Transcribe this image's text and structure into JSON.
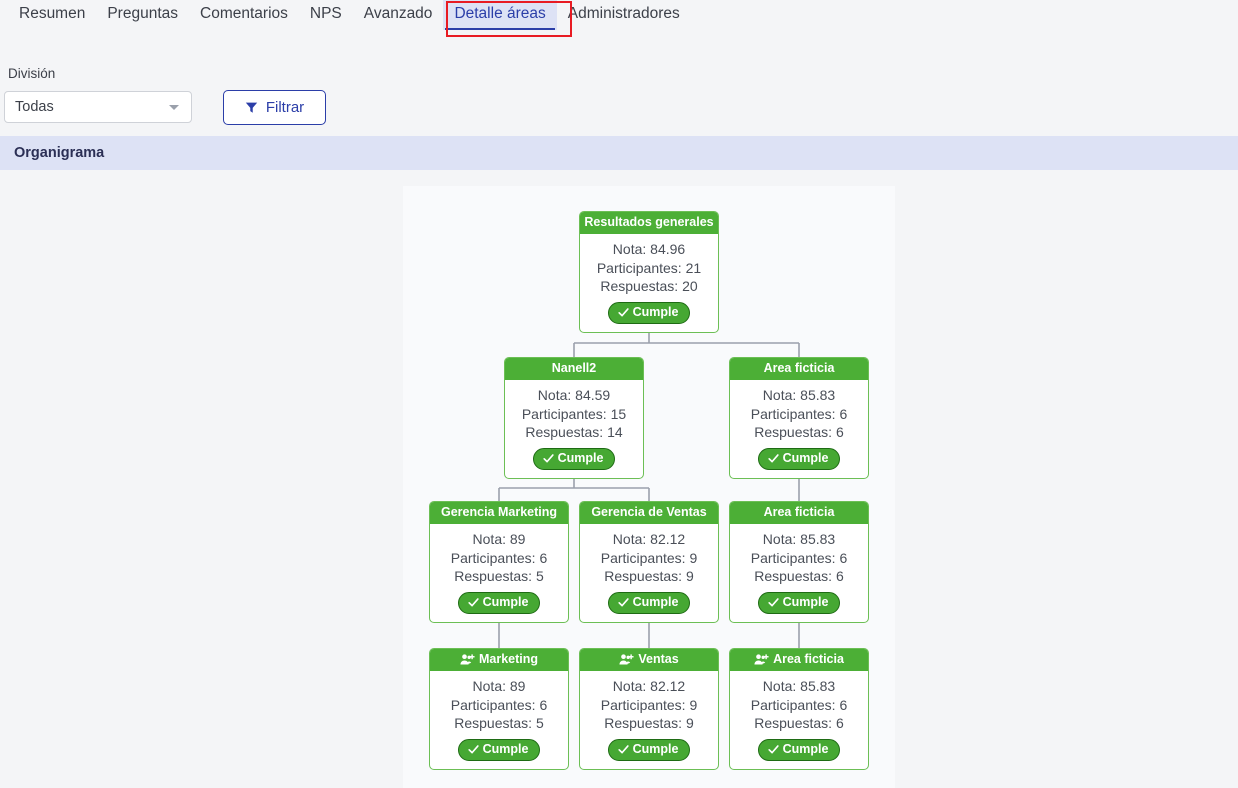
{
  "tabs": [
    {
      "label": "Resumen",
      "active": false
    },
    {
      "label": "Preguntas",
      "active": false
    },
    {
      "label": "Comentarios",
      "active": false
    },
    {
      "label": "NPS",
      "active": false
    },
    {
      "label": "Avanzado",
      "active": false
    },
    {
      "label": "Detalle áreas",
      "active": true
    },
    {
      "label": "Administradores",
      "active": false
    }
  ],
  "filters": {
    "division_label": "División",
    "division_value": "Todas",
    "filter_button_label": "Filtrar",
    "filter_icon": "funnel-icon",
    "caret_icon": "chevron-down-icon"
  },
  "section": {
    "title": "Organigrama"
  },
  "labels": {
    "nota": "Nota:",
    "participantes": "Participantes:",
    "respuestas": "Respuestas:",
    "badge": "Cumple",
    "check_icon": "check-icon",
    "people_icon": "people-add-icon"
  },
  "colors": {
    "accent_blue": "#2b3ea8",
    "tab_active_bg": "#dde2f5",
    "highlight_red": "#e81b23",
    "node_header_green": "#4caf36",
    "node_border_green": "#6cbf55",
    "badge_green": "#46a833",
    "badge_border_green": "#1e6b14",
    "connector_gray": "#9aa0ab",
    "page_bg": "#f4f5f7",
    "panel_bg": "#f9fafc"
  },
  "chart_data": {
    "type": "tree",
    "title": "Organigrama",
    "nodes": [
      {
        "id": "root",
        "title": "Resultados generales",
        "nota": "84.96",
        "participantes": "21",
        "respuestas": "20",
        "status": "Cumple",
        "level": 0,
        "has_people_icon": false
      },
      {
        "id": "nanell2",
        "title": "Nanell2",
        "nota": "84.59",
        "participantes": "15",
        "respuestas": "14",
        "status": "Cumple",
        "level": 1,
        "has_people_icon": false
      },
      {
        "id": "area-ficticia-l1",
        "title": "Area ficticia",
        "nota": "85.83",
        "participantes": "6",
        "respuestas": "6",
        "status": "Cumple",
        "level": 1,
        "has_people_icon": false
      },
      {
        "id": "gerencia-marketing",
        "title": "Gerencia Marketing",
        "nota": "89",
        "participantes": "6",
        "respuestas": "5",
        "status": "Cumple",
        "level": 2,
        "has_people_icon": false
      },
      {
        "id": "gerencia-de-ventas",
        "title": "Gerencia de Ventas",
        "nota": "82.12",
        "participantes": "9",
        "respuestas": "9",
        "status": "Cumple",
        "level": 2,
        "has_people_icon": false
      },
      {
        "id": "area-ficticia-l2",
        "title": "Area ficticia",
        "nota": "85.83",
        "participantes": "6",
        "respuestas": "6",
        "status": "Cumple",
        "level": 2,
        "has_people_icon": false
      },
      {
        "id": "marketing",
        "title": "Marketing",
        "nota": "89",
        "participantes": "6",
        "respuestas": "5",
        "status": "Cumple",
        "level": 3,
        "has_people_icon": true
      },
      {
        "id": "ventas",
        "title": "Ventas",
        "nota": "82.12",
        "participantes": "9",
        "respuestas": "9",
        "status": "Cumple",
        "level": 3,
        "has_people_icon": true
      },
      {
        "id": "area-ficticia-l3",
        "title": "Area ficticia",
        "nota": "85.83",
        "participantes": "6",
        "respuestas": "6",
        "status": "Cumple",
        "level": 3,
        "has_people_icon": true
      }
    ],
    "edges": [
      {
        "from": "root",
        "to": "nanell2"
      },
      {
        "from": "root",
        "to": "area-ficticia-l1"
      },
      {
        "from": "nanell2",
        "to": "gerencia-marketing"
      },
      {
        "from": "nanell2",
        "to": "gerencia-de-ventas"
      },
      {
        "from": "area-ficticia-l1",
        "to": "area-ficticia-l2"
      },
      {
        "from": "gerencia-marketing",
        "to": "marketing"
      },
      {
        "from": "gerencia-de-ventas",
        "to": "ventas"
      },
      {
        "from": "area-ficticia-l2",
        "to": "area-ficticia-l3"
      }
    ]
  }
}
